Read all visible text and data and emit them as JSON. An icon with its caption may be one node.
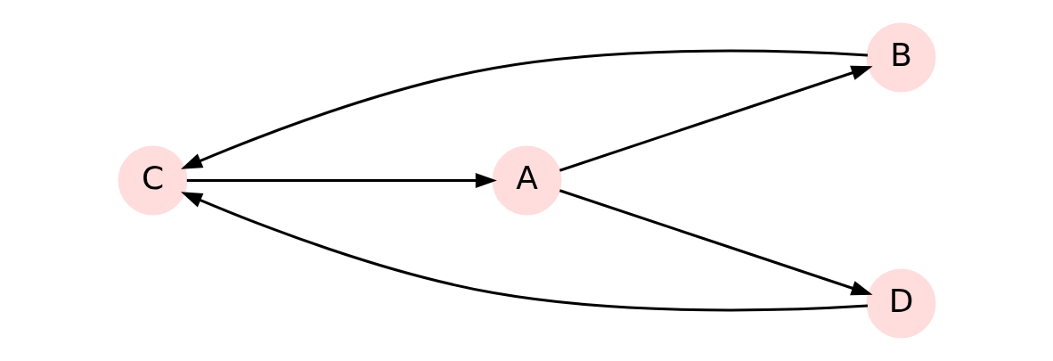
{
  "diagram": {
    "nodes": [
      {
        "text": [
          "C"
        ]
      },
      {
        "text": [
          "B"
        ]
      },
      {
        "text": [
          "A"
        ]
      },
      {
        "text": [
          "D"
        ]
      }
    ],
    "edges": [
      {
        "from": 2,
        "to": 1,
        "arrow": "to"
      },
      {
        "from": 1,
        "to": 0,
        "arrow": "to"
      },
      {
        "from": 0,
        "to": 2,
        "arrow": "to"
      },
      {
        "from": 2,
        "to": 3,
        "arrow": "to"
      },
      {
        "from": 3,
        "to": 0,
        "arrow": "to"
      }
    ]
  }
}
